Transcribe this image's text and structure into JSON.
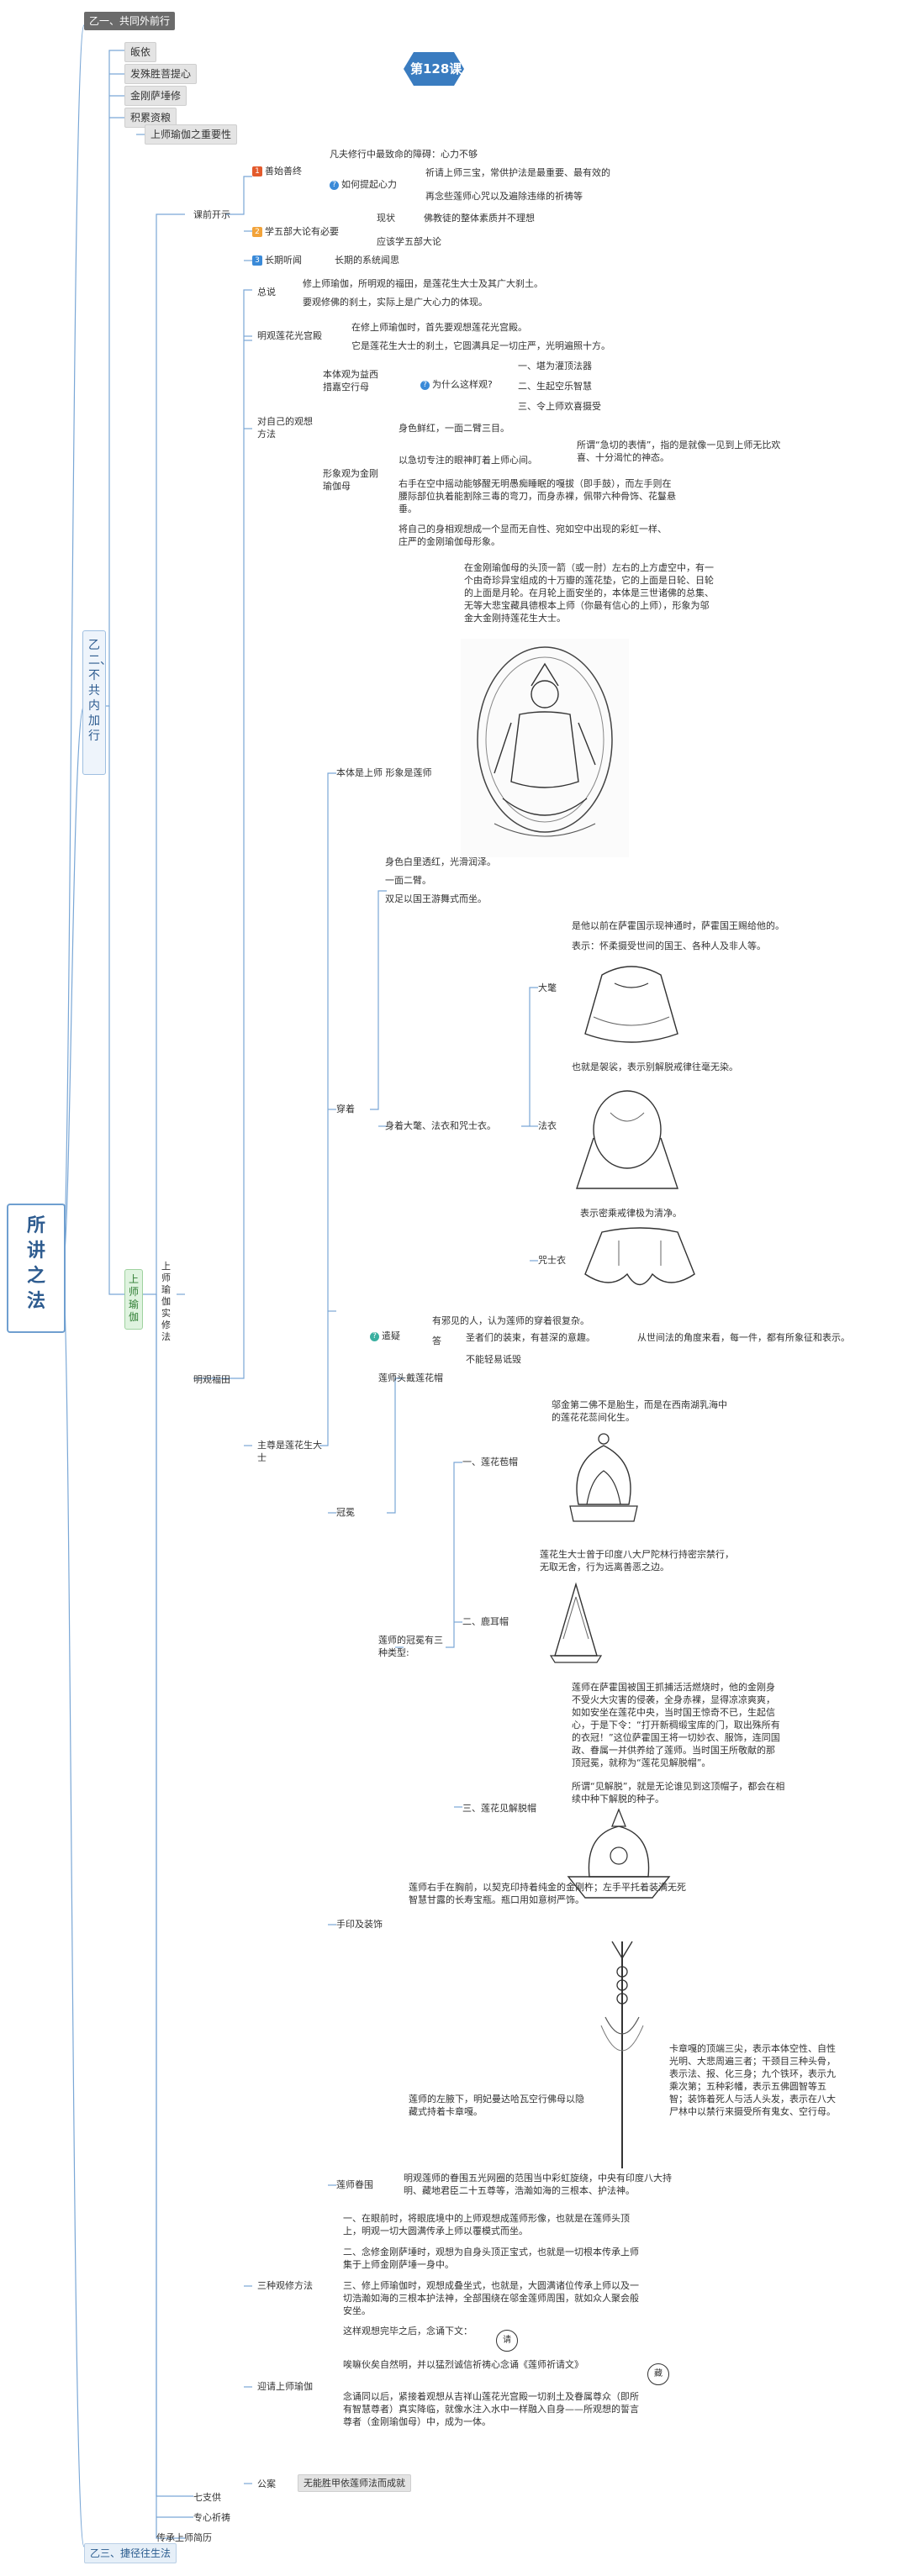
{
  "root": "所讲之法",
  "top_section": "乙一、共同外前行",
  "bottom_section": "乙三、捷径往生法",
  "mid_section": "乙二、不共内加行",
  "guru_yoga": "上师瑜伽",
  "guru_yoga_practice": "上师瑜伽实修法",
  "preliminaries": [
    "皈依",
    "发殊胜菩提心",
    "金刚萨埵修",
    "积累资粮"
  ],
  "importance": "上师瑜伽之重要性",
  "lesson_badge": "第128课",
  "intro": {
    "label": "课前开示",
    "item1_num": "1",
    "item1": "善始善终",
    "item1_a": "凡夫修行中最致命的障碍：心力不够",
    "item1_q": "如何提起心力",
    "item1_q_a1": "祈请上师三宝，常供护法是最重要、最有效的",
    "item1_q_a2": "再念些莲师心咒以及遍除违缘的祈祷等",
    "item2_num": "2",
    "item2": "学五部大论有必要",
    "item2_reason": "现状",
    "item2_a": "佛教徒的整体素质并不理想",
    "item2_b": "应该学五部大论",
    "item3_num": "3",
    "item3": "长期听闻",
    "item3_a": "长期的系统闻思"
  },
  "summary": {
    "label": "总说",
    "a": "修上师瑜伽，所明观的福田，是莲花生大士及其广大刹土。",
    "b": "要观修佛的刹土，实际上是广大心力的体现。"
  },
  "field": {
    "label": "明观福田",
    "palace": "明观莲花光宫殿",
    "palace_a": "在修上师瑜伽时，首先要观想莲花光宫殿。",
    "palace_b": "它是莲花生大士的刹土，它圆满具足一切庄严，光明遍照十方。",
    "self": "对自己的观想方法",
    "self_body": "本体观为益西措嘉空行母",
    "why": "为什么这样观?",
    "why_1": "一、堪为灌顶法器",
    "why_2": "二、生起空乐智慧",
    "why_3": "三、令上师欢喜摄受",
    "shape": "形象观为金刚瑜伽母",
    "shape_1": "身色鲜红，一面二臂三目。",
    "shape_2": "以急切专注的眼神盯着上师心间。",
    "shape_2_note": "所谓“急切的表情”，指的是就像一见到上师无比欢喜、十分渴忙的神态。",
    "shape_3": "右手在空中摇动能够醒无明愚痴睡眠的嘎拔（即手鼓），而左手则在腰际部位执着能割除三毒的弯刀，而身赤裸，佩带六种骨饰、花鬘悬垂。",
    "shape_4": "将自己的身相观想成一个显而无自性、宛如空中出现的彩虹一样、庄严的金刚瑜伽母形象。"
  },
  "padma": {
    "label": "主尊是莲花生大士",
    "essence": "本体是上师 形象是莲师",
    "essence_text": "在金刚瑜伽母的头顶一箭（或一肘）左右的上方虚空中，有一个由奇珍异宝组成的十万瓣的莲花垫，它的上面是日轮、日轮的上面是月轮。在月轮上面安坐的，本体是三世诸佛的总集、无等大悲宝藏具德根本上师（你最有信心的上师），形象为邬金大金刚持莲花生大士。",
    "body1": "身色白里透红，光滑润泽。",
    "body2": "一面二臂。",
    "body3": "双足以国王游舞式而坐。",
    "wear": "穿着",
    "wear_label": "身着大氅、法衣和咒士衣。",
    "cloak": "大氅",
    "cloak_a": "是他以前在萨霍国示现神通时，萨霍国王赐给他的。",
    "cloak_b": "表示：怀柔摄受世间的国王、各种人及非人等。",
    "robe": "法衣",
    "robe_a": "也就是袈裟，表示别解脱戒律往毫无染。",
    "mantra": "咒士衣",
    "mantra_a": "表示密乘戒律极为清净。",
    "thesis": "遣疑",
    "doubt": "有邪见的人，认为莲师的穿着很复杂。",
    "answer": "答",
    "answer_a": "圣者们的装束，有甚深的意趣。",
    "answer_a2": "从世间法的角度来看，每一件，都有所象征和表示。",
    "answer_b": "不能轻易诋毁",
    "hat": "冠冕",
    "hat_label": "莲师头戴莲花帽",
    "hat_types": "莲师的冠冕有三种类型:",
    "hat1": "一、莲花苞帽",
    "hat1_a": "邬金第二佛不是胎生，而是在西南湖乳海中的莲花花蕊间化生。",
    "hat2": "二、鹿耳帽",
    "hat2_a": "莲花生大士曾于印度八大尸陀林行持密宗禁行，无取无舍，行为远离善恶之边。",
    "hat3": "三、莲花见解脱帽",
    "hat3_a": "莲师在萨霍国被国王抓捕活活燃烧时，他的金刚身不受火大灾害的侵袭，全身赤裸，显得凉凉爽爽，如如安坐在莲花中央，当时国王惊奇不已，生起信心，于是下令：“打开新稠缎宝库的门，取出殊所有的衣冠！”这位萨霍国王将一切妙衣、服饰，连同国政、眷属一并供养给了莲师。当时国王所敬献的那顶冠冕，就称为“莲花见解脱帽”。",
    "hat3_b": "所谓“见解脱”，就是无论谁见到这顶帽子，都会在相续中种下解脱的种子。",
    "hand": "手印及装饰",
    "hand_a": "莲师右手在胸前，以契克印持着纯金的金刚杵；左手平托着装满无死智慧甘露的长寿宝瓶。瓶口用如意树严饰。",
    "hand_b": "莲师的左腋下，明妃曼达哈瓦空行佛母以隐藏式持着卡章嘎。",
    "khatvanga": "卡章嘎的顶端三尖，表示本体空性、自性光明、大悲周遍三者；干颈目三种头骨，表示法、报、化三身；九个铁环，表示九乘次第；五种彩幡，表示五佛圆智等五智；装饰着死人与活人头发，表示在八大尸林中以禁行来摄受所有鬼女、空行母。",
    "retinue": "莲师眷围",
    "retinue_a": "明观莲师的眷围五光网圈的范围当中彩虹旋绕，中央有印度八大持明、藏地君臣二十五尊等，浩瀚如海的三根本、护法神。"
  },
  "three": {
    "label": "三种观修方法",
    "a": "一、在眼前时，将眼底境中的上师观想成莲师形像，也就是在莲师头顶上，明观一切大圆满传承上师以覆模式而坐。",
    "b": "二、念修金刚萨埵时，观想为自身头顶正宝式，也就是一切根本传承上师集于上师金刚萨埵一身中。",
    "c": "三、修上师瑜伽时，观想成叠坐式，也就是，大圆满诸位传承上师以及一切浩瀚如海的三根本护法神，全部围绕在邬金莲师周围，就如众人聚会般安坐。"
  },
  "gather": {
    "label": "迎请上师瑜伽",
    "a": "这样观想完毕之后，念诵下文：",
    "a_mark": "请",
    "b": "唉嘛伙矣自然明，并以猛烈诚信祈祷心念诵《莲师祈请文》",
    "b_mark": "藏",
    "c": "念诵同以后，紧接着观想从吉祥山莲花光宫殿一切刹土及眷属尊众（即所有智慧尊者）真实降临，就像水注入水中一样融入自身——所观想的誓言尊者（金刚瑜伽母）中，成为一体。"
  },
  "bless": {
    "label": "公案",
    "a": "无能胜甲依莲师法而成就"
  },
  "seven": "七支供",
  "prayer": "专心祈祷",
  "lineage": "传承上师简历"
}
